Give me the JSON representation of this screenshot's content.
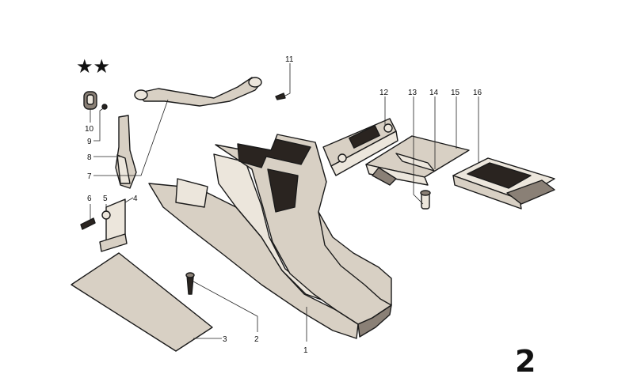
{
  "header": {
    "marks": "★★"
  },
  "callouts": [
    {
      "id": "1",
      "text": "1"
    },
    {
      "id": "2",
      "text": "2"
    },
    {
      "id": "3",
      "text": "3"
    },
    {
      "id": "4",
      "text": "4"
    },
    {
      "id": "5",
      "text": "5"
    },
    {
      "id": "6",
      "text": "6"
    },
    {
      "id": "7",
      "text": "7"
    },
    {
      "id": "8",
      "text": "8"
    },
    {
      "id": "9",
      "text": "9"
    },
    {
      "id": "10",
      "text": "10"
    },
    {
      "id": "11",
      "text": "11"
    },
    {
      "id": "12",
      "text": "12"
    },
    {
      "id": "13",
      "text": "13"
    },
    {
      "id": "14",
      "text": "14"
    },
    {
      "id": "15",
      "text": "15"
    },
    {
      "id": "16",
      "text": "16"
    }
  ],
  "corner_mark": "2",
  "colors": {
    "ink": "#111111",
    "paper": "#ffffff",
    "body": "#d8d0c4",
    "shadow": "#2a2420"
  }
}
